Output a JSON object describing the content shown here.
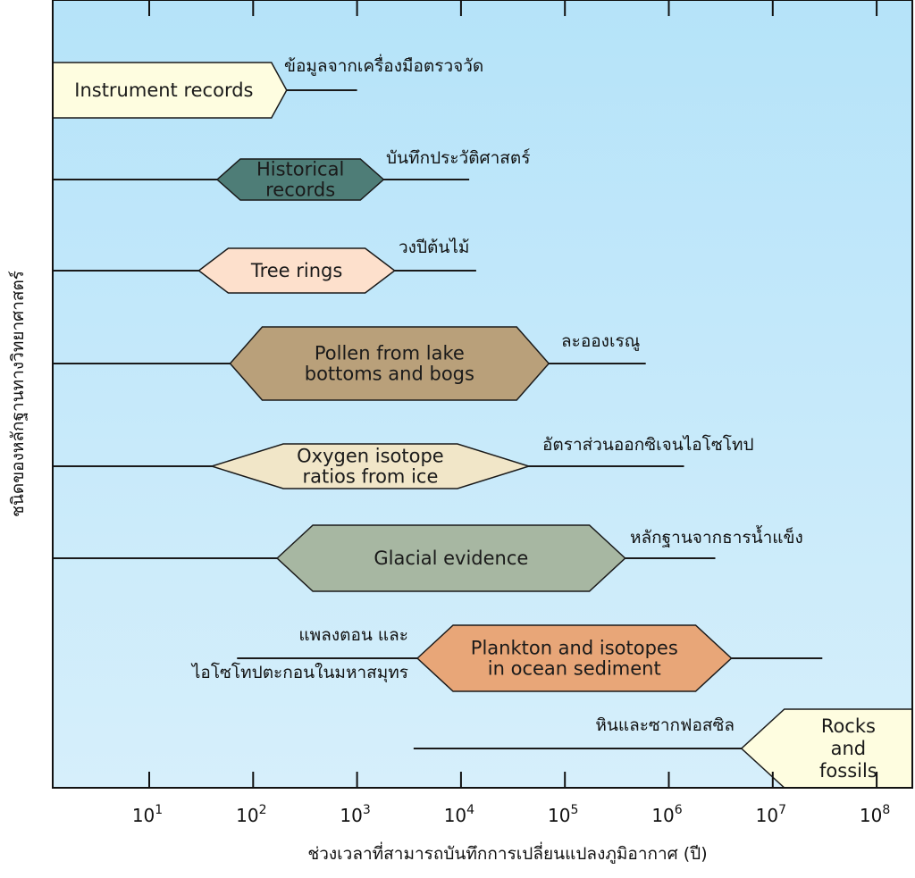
{
  "chart_data": {
    "type": "range-diagram",
    "xlabel": "ช่วงเวลาที่สามารถบันทึกการเปลี่ยนแปลงภูมิอากาศ (ปี)",
    "ylabel": "ชนิดของหลักฐานทางวิทยาศาสตร์",
    "x_scale": "log",
    "x_ticks": [
      {
        "base": "10",
        "exp": "1"
      },
      {
        "base": "10",
        "exp": "2"
      },
      {
        "base": "10",
        "exp": "3"
      },
      {
        "base": "10",
        "exp": "4"
      },
      {
        "base": "10",
        "exp": "5"
      },
      {
        "base": "10",
        "exp": "6"
      },
      {
        "base": "10",
        "exp": "7"
      },
      {
        "base": "10",
        "exp": "8"
      }
    ],
    "rows": [
      {
        "lines": [
          "Instrument records"
        ],
        "thai": [
          "ข้อมูลจากเครื่องมือตรวจวัด"
        ],
        "color": "#fefde0",
        "fill_range": [
          1,
          150
        ],
        "line_range": [
          1,
          1000
        ]
      },
      {
        "lines": [
          "Historical",
          "records"
        ],
        "thai": [
          "บันทึกประวัติศาสตร์"
        ],
        "color": "#4e7d77",
        "fill_range": [
          45,
          1800
        ],
        "line_range": [
          1,
          12000
        ]
      },
      {
        "lines": [
          "Tree rings"
        ],
        "thai": [
          "วงปีต้นไม้"
        ],
        "color": "#fde0cc",
        "fill_range": [
          30,
          2300
        ],
        "line_range": [
          1,
          14000
        ]
      },
      {
        "lines": [
          "Pollen from lake",
          "bottoms and bogs"
        ],
        "thai": [
          "ละอองเรณู"
        ],
        "color": "#b9a07a",
        "fill_range": [
          60,
          70000
        ],
        "line_range": [
          1,
          600000
        ]
      },
      {
        "lines": [
          "Oxygen isotope",
          "ratios from ice"
        ],
        "thai": [
          "อัตราส่วนออกซิเจนไอโซโทป"
        ],
        "color": "#f1e6c8",
        "fill_range": [
          40,
          45000
        ],
        "line_range": [
          1,
          1400000
        ]
      },
      {
        "lines": [
          "Glacial evidence"
        ],
        "thai": [
          "หลักฐานจากธารน้ำแข็ง"
        ],
        "color": "#a7b7a2",
        "fill_range": [
          170,
          380000
        ],
        "line_range": [
          1,
          2800000
        ]
      },
      {
        "lines": [
          "Plankton and isotopes",
          "in ocean sediment"
        ],
        "thai": [
          "แพลงตอน และ",
          "ไอโซโทปตะกอนในมหาสมุทร"
        ],
        "color": "#e8a678",
        "fill_range": [
          3800,
          4000000
        ],
        "line_range": [
          70,
          30000000
        ]
      },
      {
        "lines": [
          "Rocks",
          "and",
          "fossils"
        ],
        "thai": [
          "หินและซากฟอสซิล"
        ],
        "color": "#fefde0",
        "fill_range": [
          5000000,
          100000000
        ],
        "line_range": [
          3500,
          100000000
        ]
      }
    ]
  }
}
